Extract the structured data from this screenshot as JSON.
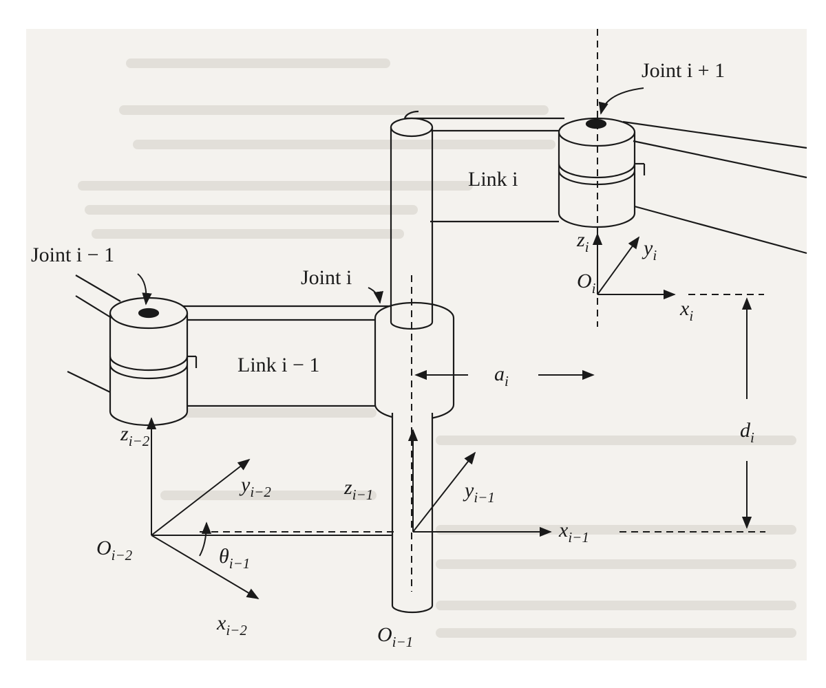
{
  "labels": {
    "joint_prev": "Joint i − 1",
    "joint_curr": "Joint i",
    "joint_next": "Joint i + 1",
    "link_prev": "Link i − 1",
    "link_curr": "Link i"
  },
  "axes": {
    "z_i": {
      "base": "z",
      "sub": "i"
    },
    "y_i": {
      "base": "y",
      "sub": "i"
    },
    "x_i": {
      "base": "x",
      "sub": "i"
    },
    "O_i": {
      "base": "O",
      "sub": "i"
    },
    "a_i": {
      "base": "a",
      "sub": "i"
    },
    "d_i": {
      "base": "d",
      "sub": "i"
    },
    "z_im2": {
      "base": "z",
      "sub": "i−2"
    },
    "y_im2": {
      "base": "y",
      "sub": "i−2"
    },
    "x_im2": {
      "base": "x",
      "sub": "i−2"
    },
    "O_im2": {
      "base": "O",
      "sub": "i−2"
    },
    "z_im1": {
      "base": "z",
      "sub": "i−1"
    },
    "y_im1": {
      "base": "y",
      "sub": "i−1"
    },
    "x_im1": {
      "base": "x",
      "sub": "i−1"
    },
    "O_im1": {
      "base": "O",
      "sub": "i−1"
    },
    "theta_im1": {
      "base": "θ",
      "sub": "i−1"
    }
  },
  "colors": {
    "paper": "#f4f2ee",
    "ink": "#1a1a1a",
    "ghost_text": "#b9b6b0"
  }
}
